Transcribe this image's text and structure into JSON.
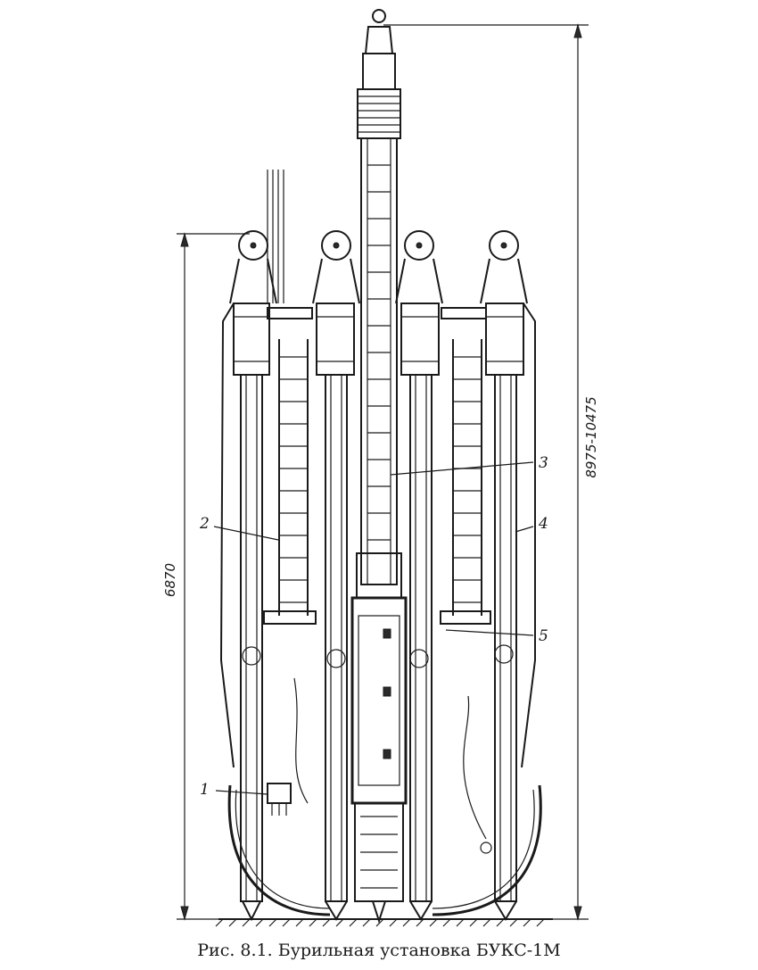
{
  "figure": {
    "caption": "Рис. 8.1. Бурильная установка БУКС-1М",
    "dimensions": {
      "overall_height": "8975-10475",
      "column_height": "6870"
    },
    "callouts": [
      "1",
      "2",
      "3",
      "4",
      "5"
    ]
  }
}
